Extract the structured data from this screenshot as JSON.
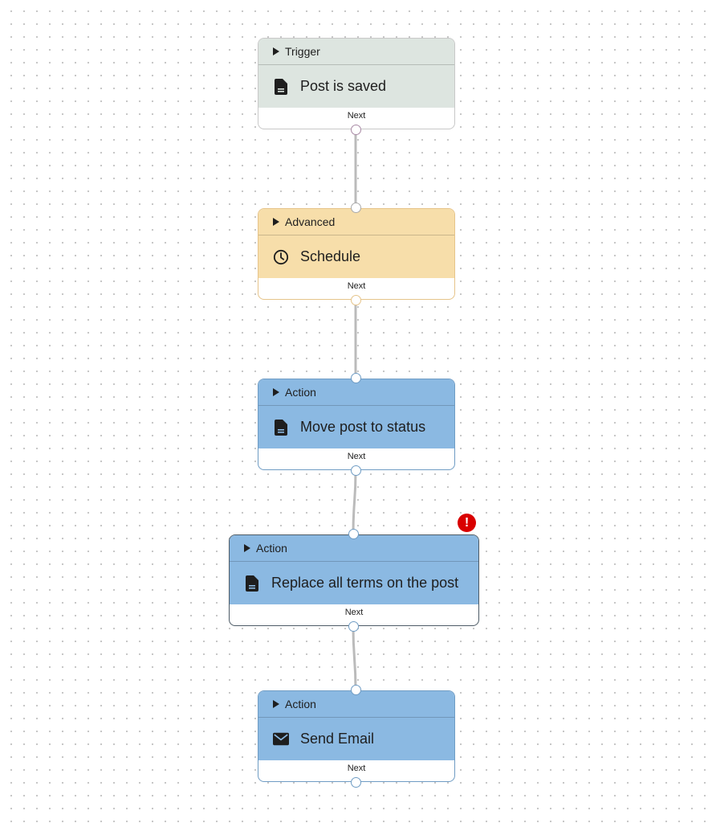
{
  "nodes": [
    {
      "category": "Trigger",
      "title": "Post is saved",
      "footer": "Next",
      "icon": "document-icon"
    },
    {
      "category": "Advanced",
      "title": "Schedule",
      "footer": "Next",
      "icon": "clock-icon"
    },
    {
      "category": "Action",
      "title": "Move post to status",
      "footer": "Next",
      "icon": "document-icon"
    },
    {
      "category": "Action",
      "title": "Replace all terms on the post",
      "footer": "Next",
      "icon": "document-icon",
      "error": "!"
    },
    {
      "category": "Action",
      "title": "Send Email",
      "footer": "Next",
      "icon": "envelope-icon"
    }
  ],
  "colors": {
    "trigger": "#dde5e0",
    "advanced": "#f7deaa",
    "action": "#8bb9e2",
    "edge": "#bbbbbb",
    "error": "#d90000"
  }
}
